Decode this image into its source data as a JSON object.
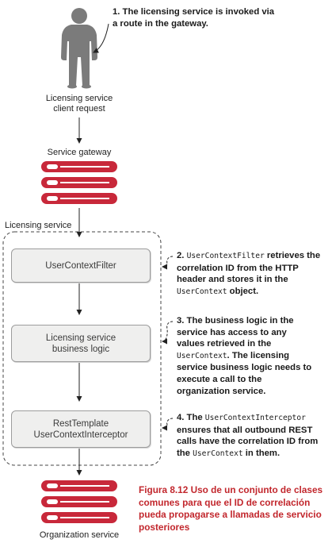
{
  "client": {
    "label": "Licensing service\nclient request"
  },
  "gateway": {
    "label": "Service gateway"
  },
  "licensing_group": {
    "label": "Licensing service"
  },
  "boxes": {
    "filter": "UserContextFilter",
    "business": "Licensing service\nbusiness logic",
    "rest": "RestTemplate\nUserContextInterceptor"
  },
  "organization": {
    "label": "Organization service"
  },
  "notes": {
    "n1": "1. The licensing service is invoked via a route in the gateway.",
    "n2": [
      {
        "t": "2. ",
        "m": false
      },
      {
        "t": "UserContextFilter",
        "m": true
      },
      {
        "t": " retrieves the correlation ID from the HTTP header and stores it in the ",
        "m": false
      },
      {
        "t": "UserContext",
        "m": true
      },
      {
        "t": " object.",
        "m": false
      }
    ],
    "n3": [
      {
        "t": "3. The business logic in the service has access to any values retrieved in the ",
        "m": false
      },
      {
        "t": "UserContext",
        "m": true
      },
      {
        "t": ". The licensing service business logic needs to execute a call to the organization service.",
        "m": false
      }
    ],
    "n4": [
      {
        "t": "4. The ",
        "m": false
      },
      {
        "t": "UserContextInterceptor",
        "m": true
      },
      {
        "t": " ensures that all outbound REST calls have the correlation ID from the ",
        "m": false
      },
      {
        "t": "UserContext",
        "m": true
      },
      {
        "t": " in them.",
        "m": false
      }
    ]
  },
  "caption": "Figura 8.12 Uso de un conjunto de clases comunes para que el ID de correlación pueda propagarse a llamadas de servicio posteriores",
  "colors": {
    "server_red": "#c8283a",
    "caption_red": "#c2272d",
    "box_fill": "#efefee",
    "person_gray": "#7b7b7b"
  }
}
